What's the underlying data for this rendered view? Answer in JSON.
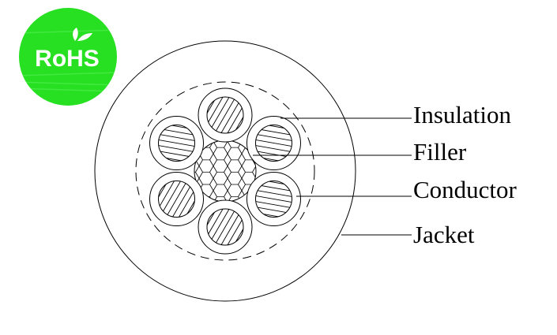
{
  "logo": {
    "text": "RoHS",
    "color": "#27e022",
    "icon": "leaf-icon"
  },
  "labels": {
    "insulation": "Insulation",
    "filler": "Filler",
    "conductor": "Conductor",
    "jacket": "Jacket"
  },
  "cable": {
    "conductor_count": 6
  }
}
